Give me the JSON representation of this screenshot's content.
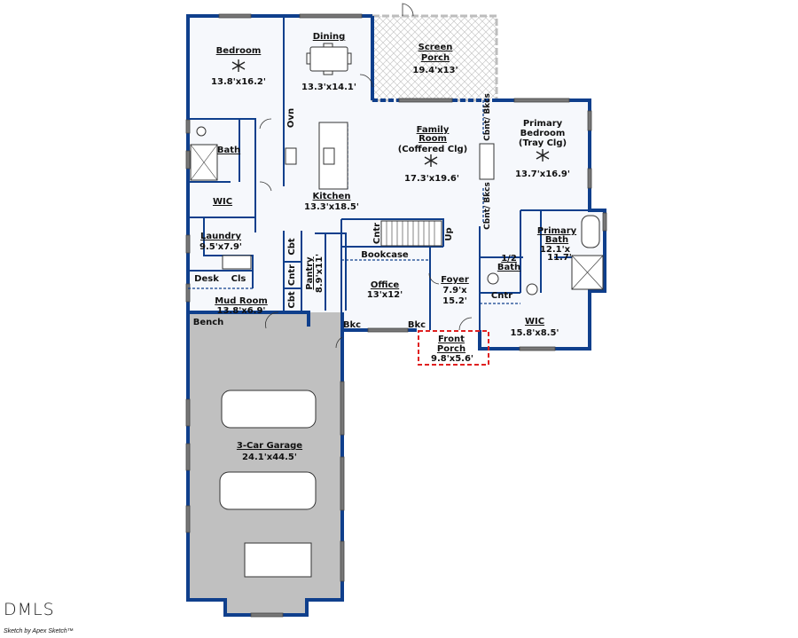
{
  "rooms": {
    "bedroom": {
      "name": "Bedroom",
      "dims": "13.8'x16.2'"
    },
    "dining": {
      "name": "Dining",
      "dims": "13.3'x14.1'"
    },
    "screen_porch": {
      "name1": "Screen",
      "name2": "Porch",
      "dims": "19.4'x13'"
    },
    "family_room": {
      "name1": "Family",
      "name2": "Room",
      "note": "(Coffered Clg)",
      "dims": "17.3'x19.6'"
    },
    "primary_bedroom": {
      "name1": "Primary",
      "name2": "Bedroom",
      "note": "(Tray Clg)",
      "dims": "13.7'x16.9'"
    },
    "bath": {
      "name": "Bath"
    },
    "wic_left": {
      "name": "WIC"
    },
    "kitchen": {
      "name": "Kitchen",
      "dims": "13.3'x18.5'"
    },
    "laundry": {
      "name": "Laundry",
      "dims": "9.5'x7.9'"
    },
    "desk": {
      "name": "Desk"
    },
    "cls": {
      "name": "Cls"
    },
    "mud_room": {
      "name": "Mud Room",
      "dims": "13.8'x6.9'"
    },
    "bench": {
      "name": "Bench"
    },
    "pantry": {
      "name": "Pantry",
      "dims": "8.9'x11'"
    },
    "office": {
      "name": "Office",
      "dims": "13'x12'"
    },
    "foyer": {
      "name": "Foyer",
      "dims1": "7.9'x",
      "dims2": "15.2'"
    },
    "front_porch": {
      "name1": "Front",
      "name2": "Porch",
      "dims": "9.8'x5.6'"
    },
    "half_bath": {
      "name1": "1/2",
      "name2": "Bath"
    },
    "primary_bath": {
      "name1": "Primary",
      "name2": "Bath",
      "dims1": "12.1'x",
      "dims2": "11.7'"
    },
    "wic_primary": {
      "name": "WIC",
      "dims": "15.8'x8.5'"
    },
    "garage": {
      "name": "3-Car Garage",
      "dims": "24.1'x44.5'"
    }
  },
  "fixtures": {
    "ovn": "Ovn",
    "cbt": "Cbt",
    "cntr": "Cntr",
    "bookcase": "Bookcase",
    "bkc": "Bkc",
    "up": "Up",
    "cbnt_bkcs": "Cbnt/ Bkcs"
  },
  "footer": {
    "logo": "DMLS",
    "credit": "Sketch by Apex Sketch™"
  },
  "colors": {
    "wall": "#0f3f8c",
    "garage": "#c0c0c0",
    "porch_outline": "#e02020"
  }
}
